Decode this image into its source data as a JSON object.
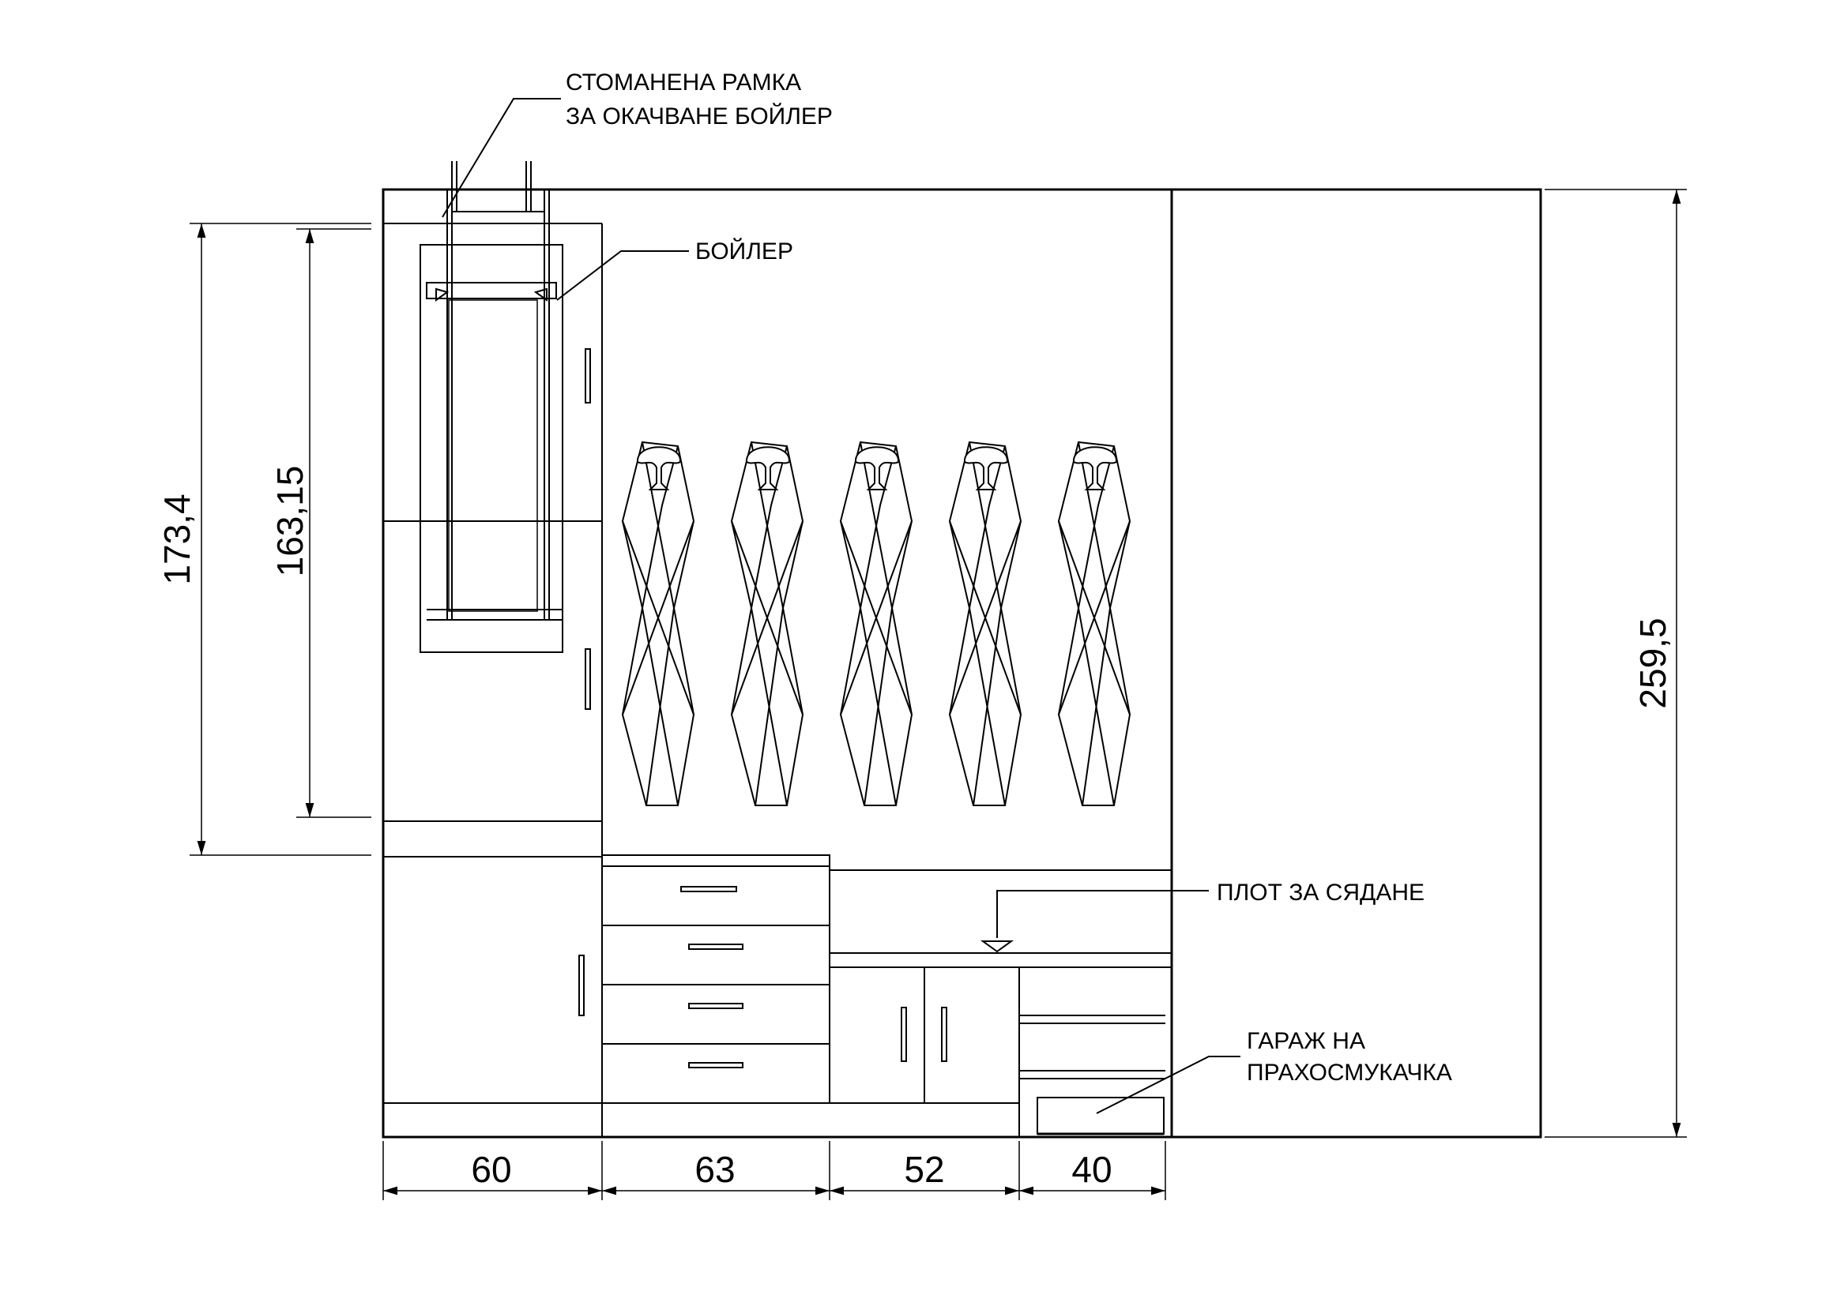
{
  "labels": {
    "steel_frame_line1": "СТОМАНЕНА РАМКА",
    "steel_frame_line2": "ЗА ОКАЧВАНЕ БОЙЛЕР",
    "boiler": "БОЙЛЕР",
    "seat_top": "ПЛОТ ЗА СЯДАНЕ",
    "vacuum_line1": "ГАРАЖ НА",
    "vacuum_line2": "ПРАХОСМУКАЧКА"
  },
  "dimensions": {
    "height_left_outer": "173,4",
    "height_left_inner": "163,15",
    "height_total": "259,5",
    "width_1": "60",
    "width_2": "63",
    "width_3": "52",
    "width_4": "40"
  },
  "hangers": {
    "count": 5
  }
}
